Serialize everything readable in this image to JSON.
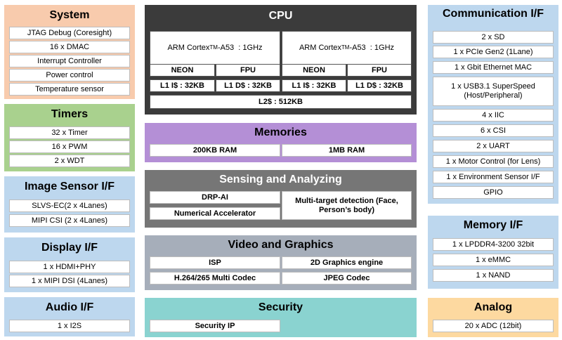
{
  "system": {
    "title": "System",
    "items": [
      "JTAG Debug (Coresight)",
      "16 x DMAC",
      "Interrupt Controller",
      "Power control",
      "Temperature sensor"
    ]
  },
  "timers": {
    "title": "Timers",
    "items": [
      "32 x Timer",
      "16 x PWM",
      "2 x WDT"
    ]
  },
  "image_sensor": {
    "title": "Image Sensor I/F",
    "items": [
      "SLVS-EC(2 x 4Lanes)",
      "MIPI CSI (2 x 4Lanes)"
    ]
  },
  "display": {
    "title": "Display I/F",
    "items": [
      "1 x HDMI+PHY",
      "1 x MIPI DSI (4Lanes)"
    ]
  },
  "audio": {
    "title": "Audio I/F",
    "items": [
      "1 x I2S"
    ]
  },
  "cpu": {
    "title": "CPU",
    "core_prefix": "ARM Cortex",
    "core_tm": "TM",
    "core_suffix": "-A53  : 1GHz",
    "neon": "NEON",
    "fpu": "FPU",
    "l1i": "L1 I$ : 32KB",
    "l1d": "L1 D$ : 32KB",
    "l2": "L2$ : 512KB"
  },
  "memories": {
    "title": "Memories",
    "items": [
      "200KB RAM",
      "1MB RAM"
    ]
  },
  "sensing": {
    "title": "Sensing and Analyzing",
    "drp": "DRP-AI",
    "numerical": "Numerical Accelerator",
    "multi_target": "Multi-target detection (Face, Person’s body)"
  },
  "video": {
    "title": "Video and Graphics",
    "items": [
      "ISP",
      "2D Graphics engine",
      "H.264/265 Multi Codec",
      "JPEG Codec"
    ]
  },
  "security": {
    "title": "Security",
    "items": [
      "Security IP"
    ]
  },
  "communication": {
    "title": "Communication I/F",
    "items": [
      "2 x SD",
      "1 x PCIe Gen2 (1Lane)",
      "1 x Gbit Ethernet MAC",
      "1 x USB3.1 SuperSpeed (Host/Peripheral)",
      "4 x IIC",
      "6 x CSI",
      "2 x UART",
      "1 x Motor Control (for Lens)",
      "1 x Environment Sensor I/F",
      "GPIO"
    ]
  },
  "memory_if": {
    "title": "Memory I/F",
    "items": [
      "1 x LPDDR4-3200 32bit",
      "1 x eMMC",
      "1 x NAND"
    ]
  },
  "analog": {
    "title": "Analog",
    "items": [
      "20 x ADC (12bit)"
    ]
  }
}
